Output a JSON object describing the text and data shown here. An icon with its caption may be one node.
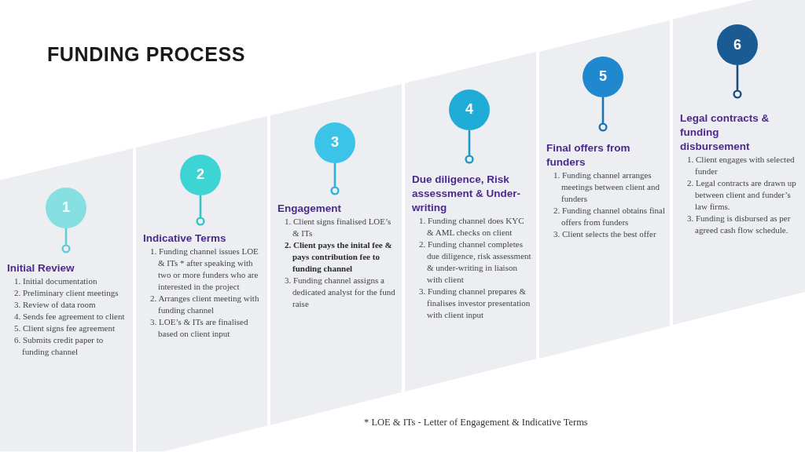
{
  "diagram": {
    "title": "FUNDING PROCESS",
    "nodes": [
      {
        "text": [
          "Initial Review",
          "1. Initial documentation",
          "2. Preliminary client meetings",
          "3. Review of data room",
          "4. Sends fee agreement to client",
          "5. Client signs fee agreement",
          "6. Submits credit paper to funding channel"
        ]
      },
      {
        "text": [
          "1"
        ],
        "in": 0
      },
      {
        "text": [
          "Indicative Terms",
          "1. Funding channel issues LOE & ITs * after speaking with two or more funders who are interested in the project",
          "2. Arranges client meeting with funding channel",
          "3. LOE’s & ITs are finalised based on client input"
        ]
      },
      {
        "text": [
          "2"
        ],
        "in": 2
      },
      {
        "text": [
          "Engagement",
          "1. Client signs finalised LOE’s & ITs",
          "2. Client pays the inital fee & pays contribution fee to funding channel",
          "3. Funding channel assigns a dedicated analyst for the fund raise"
        ]
      },
      {
        "text": [
          "3"
        ],
        "in": 4
      },
      {
        "text": [
          "Due diligence, Risk assessment & Under-writing",
          "1. Funding channel does KYC & AML checks on client",
          "2. Funding channel completes due diligence, risk assessment & under-writing in liaison with client",
          "3. Funding channel prepares & finalises investor presentation with client input"
        ]
      },
      {
        "text": [
          "4"
        ],
        "in": 6
      },
      {
        "text": [
          "Final offers from funders",
          "1. Funding channel arranges meetings between client and funders",
          "2. Funding channel obtains final offers from funders",
          "3. Client selects the best offer"
        ]
      },
      {
        "text": [
          "5"
        ],
        "in": 8
      },
      {
        "text": [
          "Legal contracts & funding disbursement",
          "1. Client engages with selected funder",
          "2. Legal contracts are drawn up between client and funder’s law firms.",
          "3. Funding is disbursed as per agreed cash flow schedule."
        ]
      },
      {
        "text": [
          "6"
        ],
        "in": 10
      }
    ],
    "labels": [
      "* LOE & ITs - Letter of Engagement & Indicative Terms"
    ]
  }
}
